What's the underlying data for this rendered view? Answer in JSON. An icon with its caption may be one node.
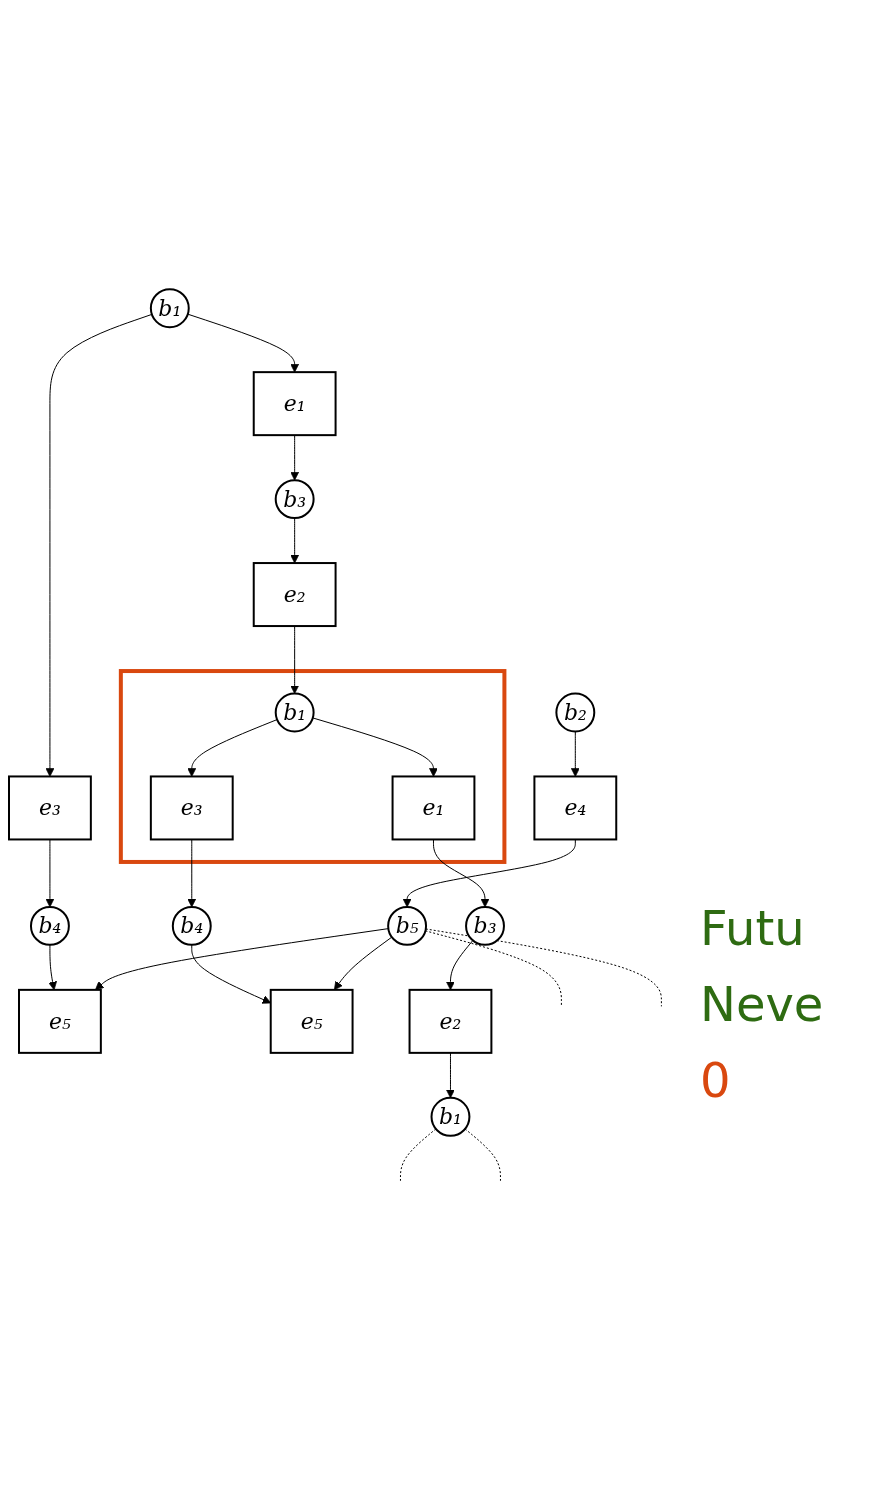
{
  "diagram": {
    "nodes": [
      {
        "text": [
          "b₁"
        ]
      },
      {
        "text": [
          "b₂"
        ]
      },
      {
        "text": [
          "e₁"
        ]
      },
      {
        "text": [
          "e₃"
        ]
      },
      {
        "text": [
          "e₄"
        ]
      },
      {
        "text": [
          "b₃"
        ]
      },
      {
        "text": [
          "b₄"
        ]
      },
      {
        "text": [
          "b₅"
        ]
      },
      {
        "text": [
          "e₂"
        ]
      },
      {
        "text": [
          "e₅"
        ]
      },
      {
        "text": [],
        "shape": "box"
      },
      {
        "text": [
          "b₁"
        ],
        "in": 10
      },
      {
        "text": [
          "e₃"
        ],
        "in": 10
      },
      {
        "text": [
          "e₁"
        ],
        "in": 10
      },
      {
        "text": [
          "b₃"
        ]
      },
      {
        "text": [
          "b₄"
        ]
      },
      {
        "text": [
          "e₅"
        ]
      },
      {
        "text": [
          "e₂"
        ]
      },
      {
        "text": [
          "b₁"
        ]
      }
    ],
    "edges": [
      {
        "from": 0,
        "to": 2,
        "arrow": "to"
      },
      {
        "from": 0,
        "to": 3,
        "arrow": "to"
      },
      {
        "from": 1,
        "to": 4,
        "arrow": "to"
      },
      {
        "from": 2,
        "to": 5,
        "arrow": "to"
      },
      {
        "from": 3,
        "to": 6,
        "arrow": "to"
      },
      {
        "from": 4,
        "to": 7,
        "arrow": "to"
      },
      {
        "from": 5,
        "to": 8,
        "arrow": "to"
      },
      {
        "from": 6,
        "to": 9,
        "arrow": "to"
      },
      {
        "from": 7,
        "to": 9,
        "arrow": "to"
      },
      {
        "from": 7,
        "to": null,
        "arrow": "none",
        "style": "dashed"
      },
      {
        "from": 7,
        "to": null,
        "arrow": "none",
        "style": "dashed"
      },
      {
        "from": 8,
        "to": 11,
        "arrow": "to"
      },
      {
        "from": 11,
        "to": 13,
        "arrow": "to"
      },
      {
        "from": 11,
        "to": 12,
        "arrow": "to"
      },
      {
        "from": 12,
        "to": 15,
        "arrow": "to"
      },
      {
        "from": 13,
        "to": 14,
        "arrow": "to"
      },
      {
        "from": 15,
        "to": 16,
        "arrow": "to"
      },
      {
        "from": 7,
        "to": 16,
        "arrow": "to"
      },
      {
        "from": 14,
        "to": 17,
        "arrow": "to"
      },
      {
        "from": 17,
        "to": 18,
        "arrow": "to"
      },
      {
        "from": 18,
        "to": null,
        "arrow": "none",
        "style": "dashed"
      },
      {
        "from": 18,
        "to": null,
        "arrow": "none",
        "style": "dashed"
      }
    ],
    "labels": [
      "Futu",
      "Neve",
      "0"
    ]
  }
}
